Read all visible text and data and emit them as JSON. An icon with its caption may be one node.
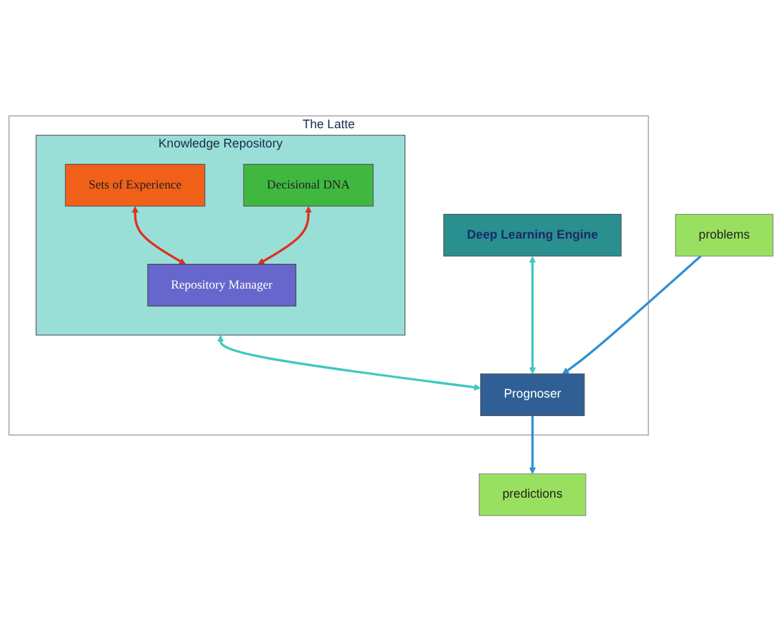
{
  "diagram": {
    "nodes": [
      {
        "text": [
          "The Latte"
        ]
      },
      {
        "text": [
          "Knowledge Repository"
        ],
        "in": 0
      },
      {
        "text": [
          "Sets of Experience"
        ],
        "in": 1
      },
      {
        "text": [
          "Decisional DNA"
        ],
        "in": 1
      },
      {
        "text": [
          "Repository Manager"
        ],
        "in": 1
      },
      {
        "text": [
          "Deep Learning Engine"
        ],
        "in": 0
      },
      {
        "text": [
          "Prognoser"
        ],
        "in": 0
      },
      {
        "text": [
          "predictions"
        ]
      },
      {
        "text": [
          "problems"
        ]
      }
    ],
    "edges": [
      {
        "from": 2,
        "to": 4,
        "arrow": "both",
        "color": "#e03020"
      },
      {
        "from": 3,
        "to": 4,
        "arrow": "both",
        "color": "#e03020"
      },
      {
        "from": 5,
        "to": 6,
        "arrow": "both",
        "color": "#40c8c0"
      },
      {
        "from": 1,
        "to": 6,
        "arrow": "both",
        "color": "#40c8c0"
      },
      {
        "from": 6,
        "to": 7,
        "arrow": "to",
        "color": "#3090d0"
      },
      {
        "from": 8,
        "to": 6,
        "arrow": "to",
        "color": "#3090d0"
      }
    ]
  }
}
